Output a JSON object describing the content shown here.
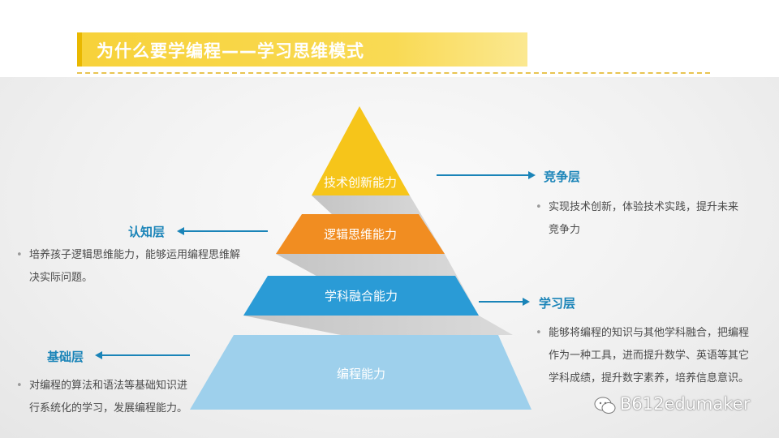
{
  "title": "为什么要学编程——学习思维模式",
  "pyramid": {
    "levels": [
      {
        "label": "技术创新能力",
        "color": "#f6c51a"
      },
      {
        "label": "逻辑思维能力",
        "color": "#f18d21"
      },
      {
        "label": "学科融合能力",
        "color": "#2a9bd6"
      },
      {
        "label": "编程能力",
        "color": "#9ed0ec"
      }
    ]
  },
  "annotations": {
    "competition": {
      "title": "竞争层",
      "lines": [
        "实现技术创新，体验技术实践，提升未来",
        "竞争力"
      ]
    },
    "cognition": {
      "title": "认知层",
      "lines": [
        "培养孩子逻辑思维能力，能够运用编程思维解",
        "决实际问题。"
      ]
    },
    "learning": {
      "title": "学习层",
      "lines": [
        "能够将编程的知识与其他学科融合，把编程",
        "作为一种工具，进而提升数学、英语等其它",
        "学科成绩，提升数字素养，培养信息意识。"
      ]
    },
    "foundation": {
      "title": "基础层",
      "lines": [
        "对编程的算法和语法等基础知识进",
        "行系统化的学习，发展编程能力。"
      ]
    }
  },
  "bullet": "•",
  "watermark": "B612edumaker",
  "arrow_color": "#1a84b8"
}
